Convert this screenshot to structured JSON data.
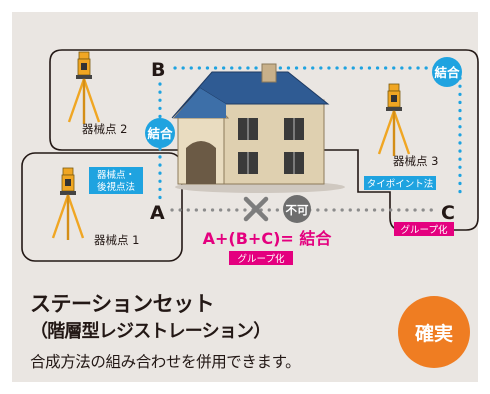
{
  "diagram": {
    "point_a": "A",
    "point_b": "B",
    "point_c": "C",
    "instrument_1_label": "器械点 1",
    "instrument_2_label": "器械点 2",
    "instrument_3_label": "器械点 3",
    "combine_label_left": "結合",
    "combine_label_right": "結合",
    "backsight_tag_line1": "器械点・",
    "backsight_tag_line2": "後視点法",
    "tiepoint_tag": "タイポイント法",
    "group_tag_right": "グループ化",
    "impossible_label": "不可",
    "formula": "A+(B+C)= 結合",
    "group_tag_formula": "グループ化"
  },
  "footer": {
    "title": "ステーションセット",
    "subtitle": "（階層型レジストレーション）",
    "description": "合成方法の組み合わせを併用できます。",
    "badge": "確実"
  },
  "colors": {
    "panel_bg": "#eae6e2",
    "dotted_link": "#1fa3e0",
    "grey_link": "#8c8c8c",
    "magenta": "#e4007f",
    "badge_orange": "#ef7d22",
    "tripod_yellow": "#f0a623",
    "roof_blue": "#2f5b93",
    "wall_beige": "#e9dcc0"
  },
  "icons": [
    "house-icon",
    "tripod-icon",
    "cross-icon"
  ]
}
